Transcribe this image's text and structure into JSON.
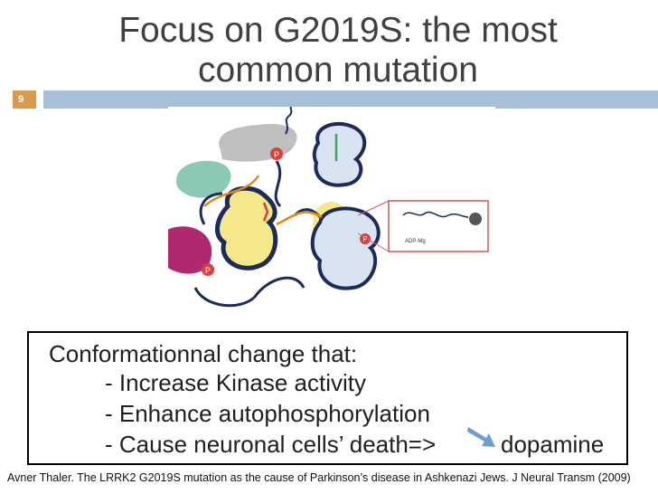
{
  "slide": {
    "title": "Focus on G2019S: the most common mutation",
    "number": "9"
  },
  "figure": {
    "labels": {
      "phospho": "P",
      "inset_label": "ADP-Mg"
    }
  },
  "caption": {
    "heading": "Conformationnal change that:",
    "items": [
      "- Increase Kinase activity",
      "- Enhance autophosphorylation",
      "- Cause neuronal cells’ death=>"
    ],
    "trailing_word": "dopamine",
    "arrow_icon": "decrease-arrow-icon"
  },
  "reference": "Avner Thaler. The LRRK2 G2019S mutation as the cause of Parkinson’s disease in Ashkenazi Jews. J Neural Transm (2009)",
  "colors": {
    "title": "#404040",
    "number_box": "#d99a4e",
    "header_rule": "#a7c0da",
    "arrow": "#6b9ed1",
    "yellow_domain": "#f5e88a",
    "blue_domain": "#d9e3f2",
    "magenta_domain": "#b0286f",
    "teal_domain": "#8cc9b4",
    "phospho": "#d8413a"
  }
}
